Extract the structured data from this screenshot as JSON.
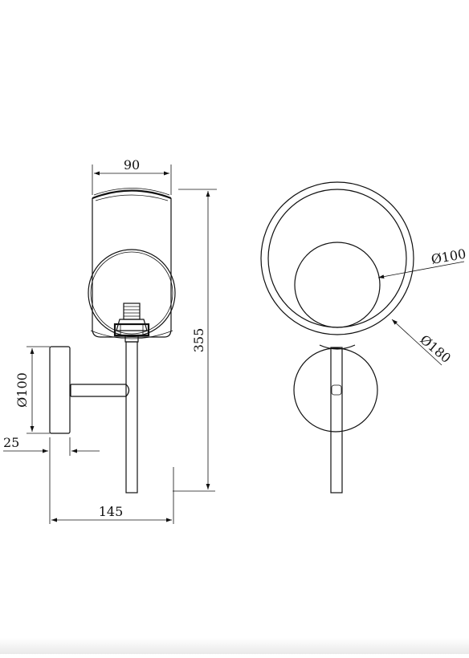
{
  "dimensions": {
    "top_width": "90",
    "overall_height": "355",
    "backplate_diameter": "Ø100",
    "backplate_depth": "25",
    "projection": "145",
    "globe_diameter": "Ø100",
    "shade_diameter": "Ø180"
  },
  "colors": {
    "line": "#111111",
    "background": "#ffffff"
  }
}
